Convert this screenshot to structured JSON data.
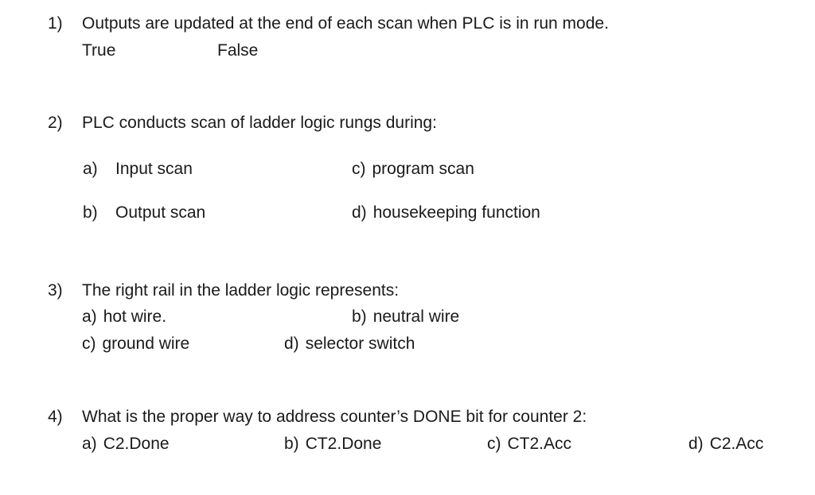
{
  "page": {
    "background": "#ffffff",
    "text_color": "#1a1a1a"
  },
  "quiz": {
    "q1": {
      "number": "1)",
      "text": "Outputs are updated at the end of each scan when PLC is in run mode.",
      "true_label": "True",
      "false_label": "False"
    },
    "q2": {
      "number": "2)",
      "text": "PLC conducts scan of ladder logic rungs during:",
      "a": {
        "letter": "a)",
        "text": "Input scan"
      },
      "b": {
        "letter": "b)",
        "text": "Output scan"
      },
      "c": {
        "letter": "c)",
        "text": "program scan"
      },
      "d": {
        "letter": "d)",
        "text": "housekeeping function"
      }
    },
    "q3": {
      "number": "3)",
      "text": "The right rail in the ladder logic represents:",
      "a": {
        "letter": "a)",
        "text": "hot wire."
      },
      "b": {
        "letter": "b)",
        "text": "neutral wire"
      },
      "c": {
        "letter": "c)",
        "text": "ground wire"
      },
      "d": {
        "letter": "d)",
        "text": "selector switch"
      }
    },
    "q4": {
      "number": "4)",
      "text": "What is the proper way to address counter’s DONE bit for counter 2:",
      "a": {
        "letter": "a)",
        "text": "C2.Done"
      },
      "b": {
        "letter": "b)",
        "text": "CT2.Done"
      },
      "c": {
        "letter": "c)",
        "text": "CT2.Acc"
      },
      "d": {
        "letter": "d)",
        "text": "C2.Acc"
      }
    }
  }
}
